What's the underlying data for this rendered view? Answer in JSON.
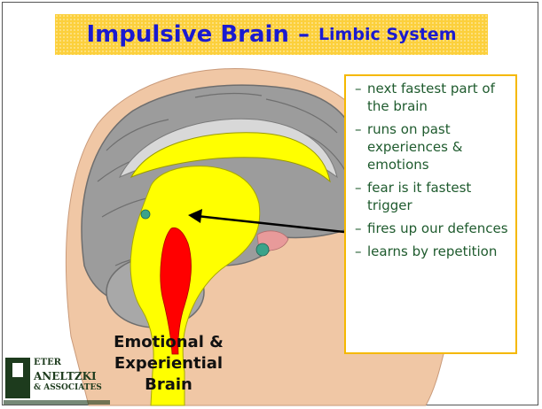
{
  "title": {
    "main": "Impulsive Brain",
    "separator": "–",
    "sub": "Limbic System"
  },
  "bullets": [
    {
      "dash": "–",
      "text": "next fastest part of the brain"
    },
    {
      "dash": "–",
      "text": "runs on past experiences & emotions"
    },
    {
      "dash": "–",
      "text": "fear is it fastest trigger"
    },
    {
      "dash": "–",
      "text": "fires up our defences"
    },
    {
      "dash": "–",
      "text": "learns by repetition"
    }
  ],
  "caption": {
    "line1": "Emotional &",
    "line2": "Experiential Brain"
  },
  "logo": {
    "initial": "P",
    "line1": "ETER",
    "line2": "ANELTZKI",
    "line3": "& ASSOCIATES"
  },
  "colors": {
    "title_bg": "#fcd03c",
    "title_text": "#1a1ad0",
    "bullet_text": "#1f5b2e",
    "box_border": "#f5b800",
    "limbic_yellow": "#ffff00",
    "brainstem_red": "#ff0000"
  }
}
